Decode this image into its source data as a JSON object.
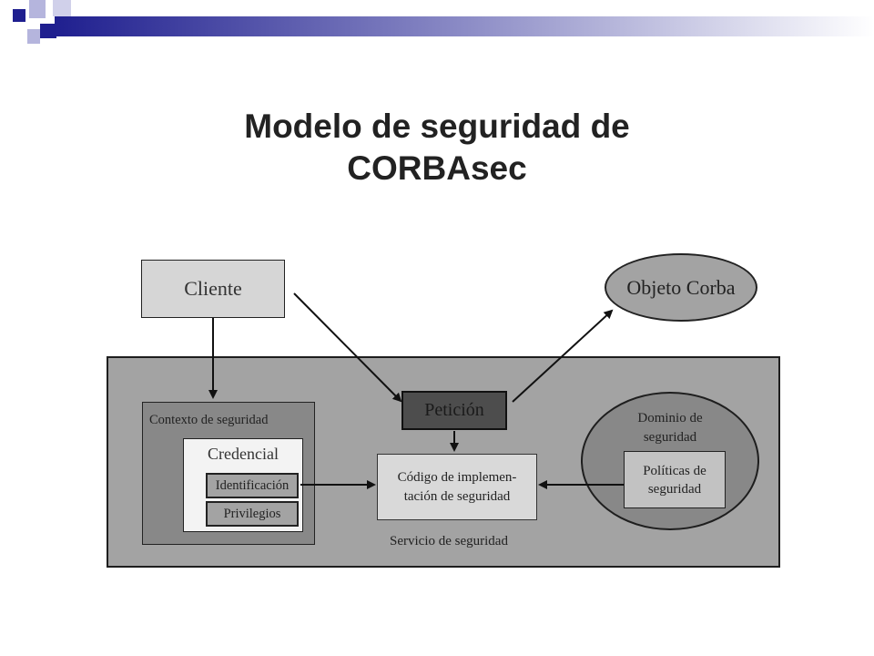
{
  "title": "Modelo de seguridad de\nCORBAsec",
  "colors": {
    "header_dark": "#1f1f8f",
    "header_light": "#a9a9d9",
    "outer_box": "#a3a3a3",
    "contexto_box": "#888888",
    "peticion_box": "#4d4d4d"
  },
  "diagram": {
    "cliente": "Cliente",
    "objeto_corba": "Objeto Corba",
    "contexto_seguridad": "Contexto de seguridad",
    "credencial": "Credencial",
    "identificacion": "Identificación",
    "privilegios": "Privilegios",
    "peticion": "Petición",
    "codigo_implementacion": "Código de implemen-\ntación de seguridad",
    "servicio_seguridad": "Servicio de seguridad",
    "dominio_seguridad": "Dominio de\nseguridad",
    "politicas_seguridad": "Políticas de\nseguridad"
  }
}
